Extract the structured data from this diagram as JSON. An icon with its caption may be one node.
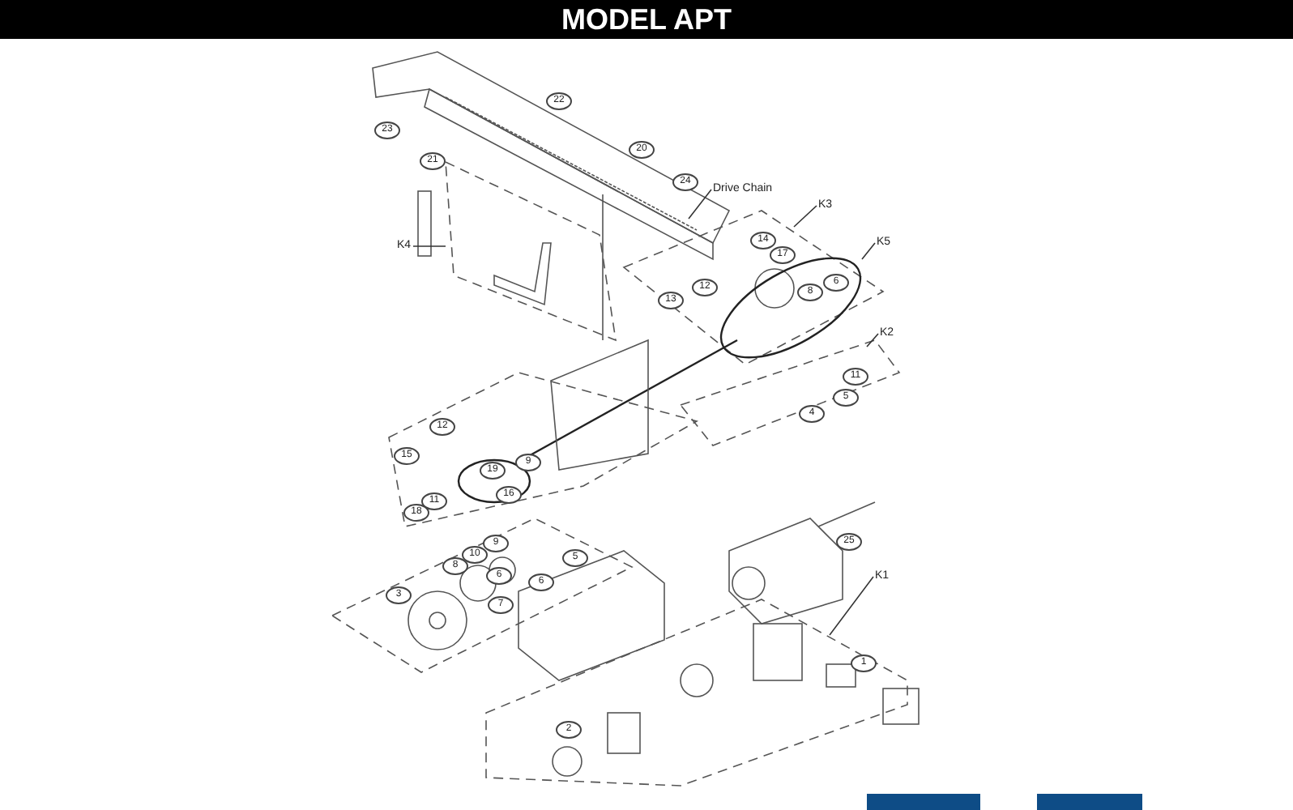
{
  "diagram": {
    "title": "MODEL APT",
    "nodes": [
      {
        "text": [
          "Drive Chain"
        ]
      },
      {
        "text": [
          "K4"
        ]
      },
      {
        "text": [
          "K3"
        ]
      },
      {
        "text": [
          "K5"
        ]
      },
      {
        "text": [
          "K2"
        ]
      },
      {
        "text": [
          "K1"
        ]
      }
    ],
    "edges": [
      {
        "from": 0,
        "to": null,
        "arrow": "none"
      },
      {
        "from": 1,
        "to": null,
        "arrow": "none"
      },
      {
        "from": 2,
        "to": null,
        "arrow": "none"
      },
      {
        "from": 3,
        "to": null,
        "arrow": "none"
      },
      {
        "from": 4,
        "to": null,
        "arrow": "none"
      },
      {
        "from": 5,
        "to": null,
        "arrow": "none"
      }
    ],
    "labels": [
      "23",
      "21",
      "22",
      "20",
      "24",
      "14",
      "17",
      "6",
      "8",
      "13",
      "12",
      "11",
      "5",
      "4",
      "12",
      "15",
      "11",
      "18",
      "19",
      "9",
      "16",
      "9",
      "10",
      "8",
      "6",
      "5",
      "6",
      "7",
      "3",
      "25",
      "1",
      "2"
    ]
  }
}
